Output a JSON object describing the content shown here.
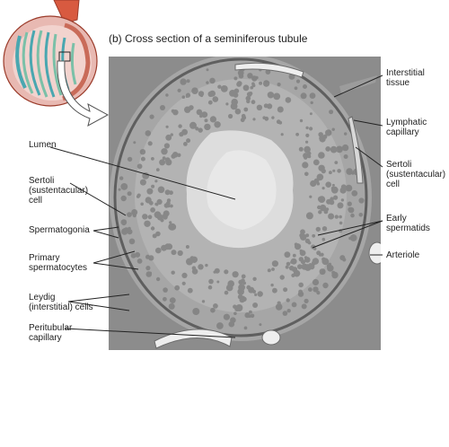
{
  "title": "(b) Cross section of a seminiferous tubule",
  "labels": {
    "lumen": [
      "Lumen"
    ],
    "sertoli_left": [
      "Sertoli",
      "(sustentacular)",
      "cell"
    ],
    "spermatogonia": [
      "Spermatogonia"
    ],
    "primary_spermatocytes": [
      "Primary",
      "spermatocytes"
    ],
    "leydig": [
      "Leydig",
      "(interstitial) cells"
    ],
    "peritubular_capillary": [
      "Peritubular",
      "capillary"
    ],
    "interstitial_tissue": [
      "Interstitial",
      "tissue"
    ],
    "lymphatic_capillary": [
      "Lymphatic",
      "capillary"
    ],
    "sertoli_right": [
      "Sertoli",
      "(sustentacular)",
      "cell"
    ],
    "early_spermatids": [
      "Early",
      "spermatids"
    ],
    "arteriole": [
      "Arteriole"
    ]
  }
}
